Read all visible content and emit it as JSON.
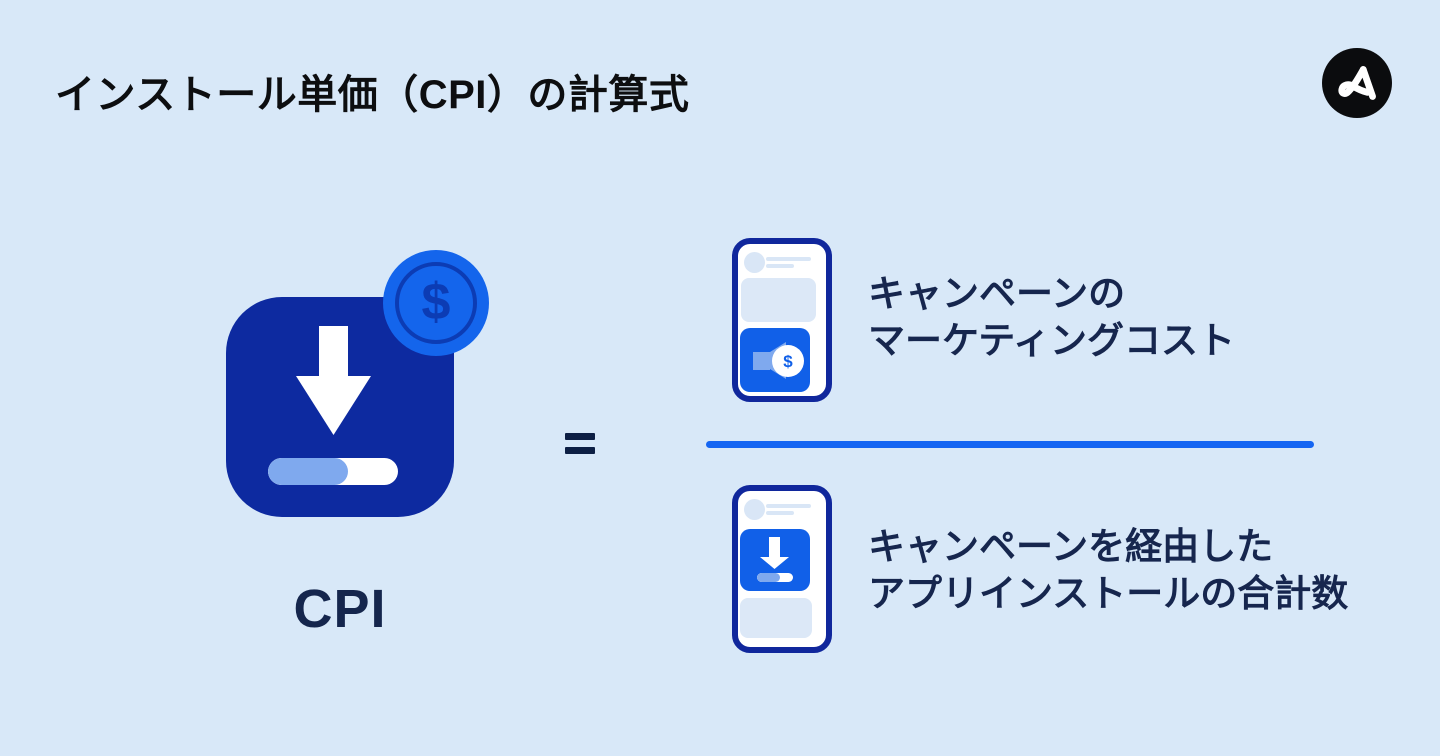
{
  "header": {
    "title": "インストール単価（CPI）の計算式",
    "logo": "adjust-logo"
  },
  "formula": {
    "result_label": "CPI",
    "equals_sign": "=",
    "numerator": {
      "line1": "キャンペーンの",
      "line2": "マーケティングコスト"
    },
    "denominator": {
      "line1": "キャンペーンを経由した",
      "line2": "アプリインストールの合計数"
    }
  },
  "glyphs": {
    "dollar": "$"
  },
  "icons": [
    "adjust-logo",
    "app-install-icon",
    "download-arrow-icon",
    "dollar-coin-icon",
    "megaphone-icon",
    "phone-ad-illustration",
    "phone-install-illustration"
  ],
  "colors": {
    "background": "#d8e8f8",
    "dark_navy_icon": "#0d2aa0",
    "phone_border_navy": "#10279c",
    "accent_blue": "#1160e8",
    "coin_blue": "#1465ec",
    "fraction_line_blue": "#1565f2",
    "light_blue": "#7fa9ee",
    "pale_blue": "#d9e6f6",
    "text_navy": "#16264e",
    "title_black": "#0d0e10",
    "coin_ring_blue": "#0c3cb4",
    "logo_black": "#0b0c0e",
    "white": "#ffffff"
  }
}
